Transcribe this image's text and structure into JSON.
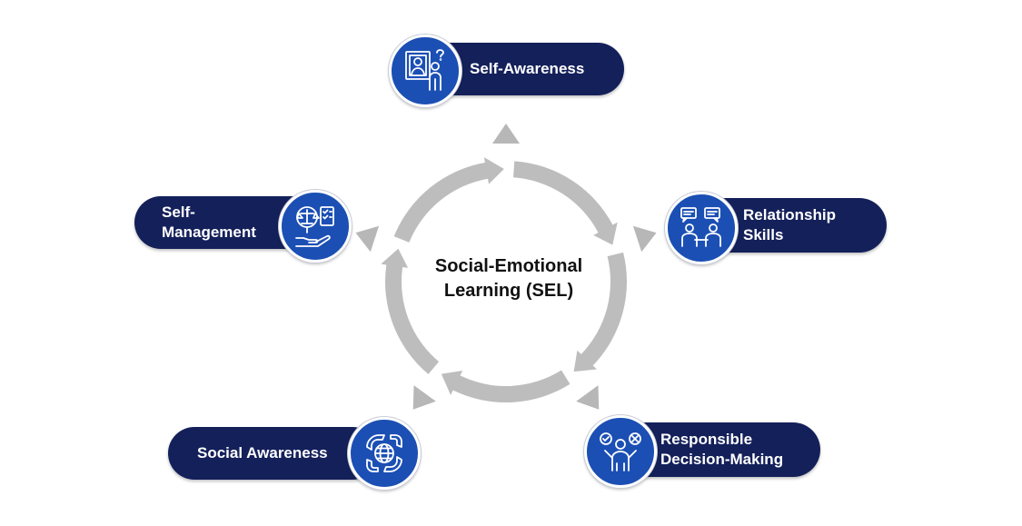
{
  "center": {
    "title": "Social-Emotional\nLearning (SEL)"
  },
  "competencies": {
    "self_awareness": {
      "label": "Self-Awareness",
      "icon": "person-portrait-question-icon"
    },
    "relationship_skills": {
      "label": "Relationship\nSkills",
      "icon": "two-people-talking-icon"
    },
    "responsible_decision_making": {
      "label": "Responsible\nDecision-Making",
      "icon": "person-choice-check-cross-icon"
    },
    "social_awareness": {
      "label": "Social Awareness",
      "icon": "hands-around-globe-icon"
    },
    "self_management": {
      "label": "Self-\nManagement",
      "icon": "hand-balance-checklist-icon"
    }
  },
  "colors": {
    "pill": "#14205a",
    "badge": "#1b4fb4",
    "ring": "#bdbdbd",
    "arrow": "#b7b7b7",
    "text": "#111111"
  }
}
